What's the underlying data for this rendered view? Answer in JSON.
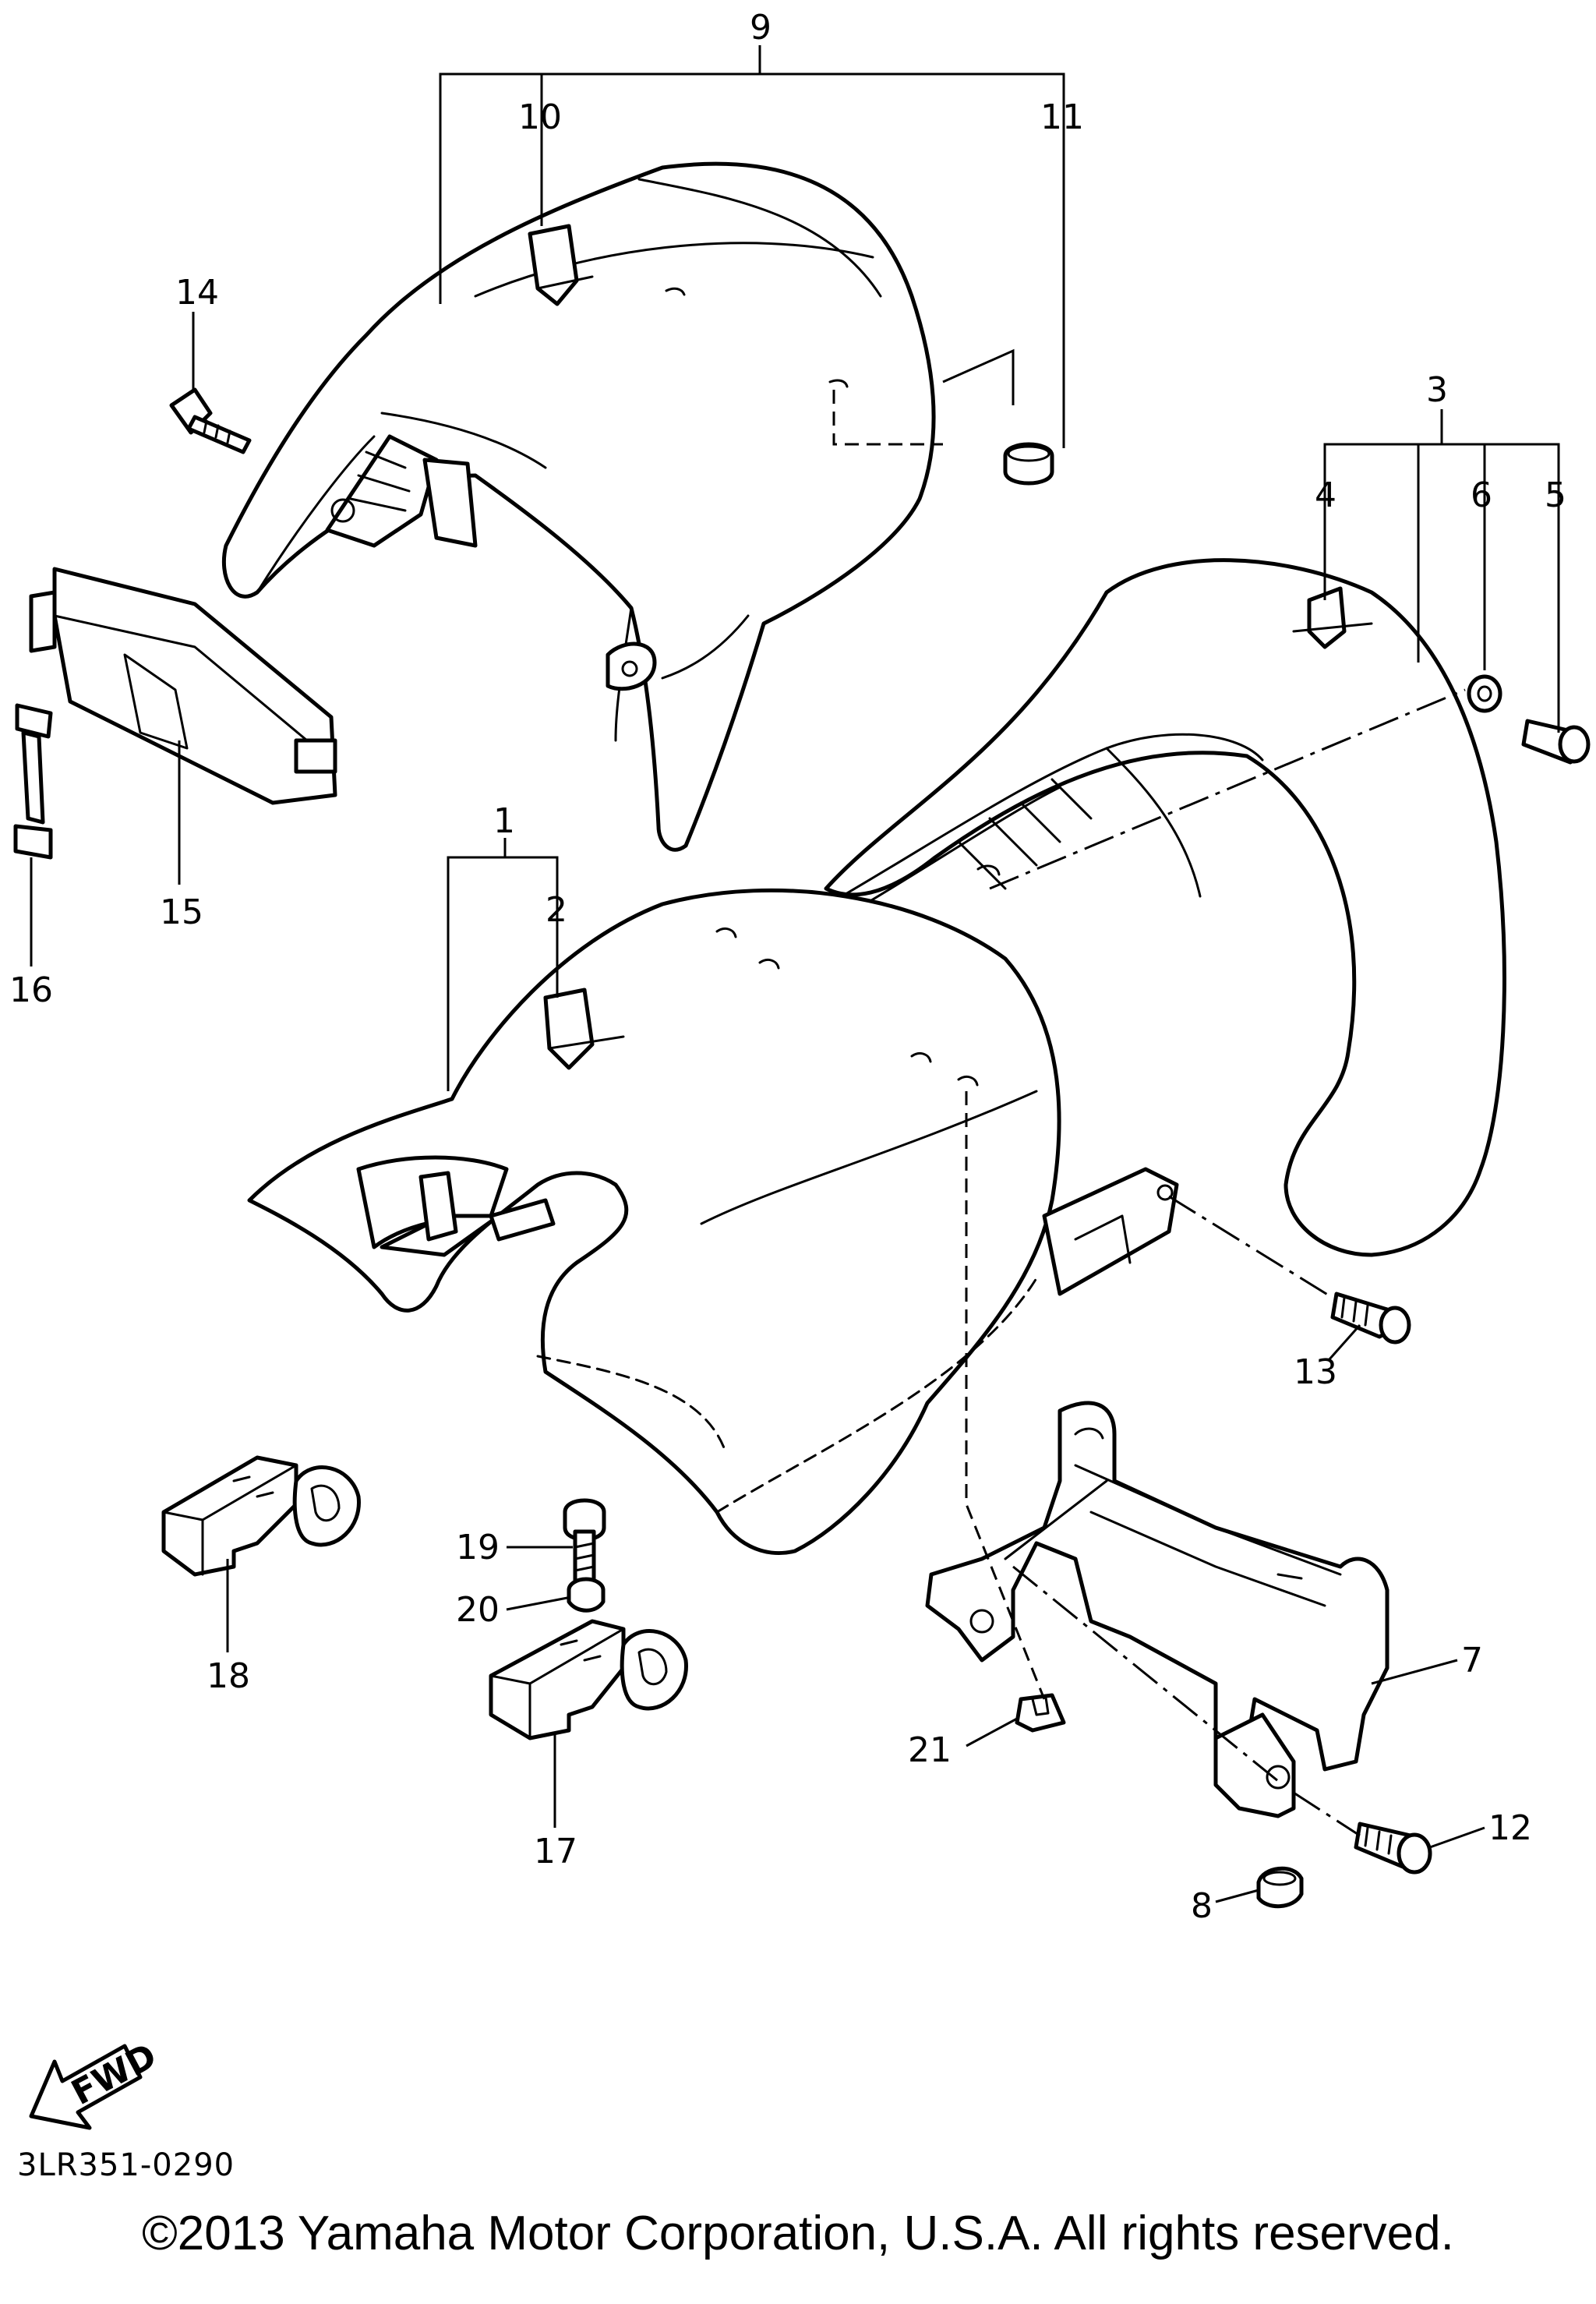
{
  "diagram": {
    "code": "3LR351-0290",
    "copyright": "©2013 Yamaha Motor Corporation, U.S.A. All rights reserved.",
    "fwd_label": "FWD",
    "callouts": [
      "1",
      "2",
      "3",
      "4",
      "5",
      "6",
      "7",
      "8",
      "9",
      "10",
      "11",
      "12",
      "13",
      "14",
      "15",
      "16",
      "17",
      "18",
      "19",
      "20",
      "21"
    ]
  }
}
